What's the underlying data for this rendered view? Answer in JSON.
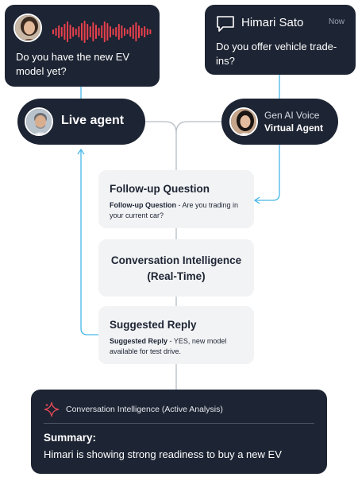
{
  "voice_message": {
    "text": "Do you have the new EV model yet?"
  },
  "chat_message": {
    "sender": "Himari Sato",
    "time": "Now",
    "text": "Do you offer vehicle trade-ins?"
  },
  "live_agent": {
    "label": "Live agent"
  },
  "virtual_agent": {
    "line1": "Gen AI Voice",
    "line2": "Virtual Agent"
  },
  "followup": {
    "title": "Follow-up Question",
    "body_bold": "Follow-up Question",
    "body_rest": " - Are you trading in your current car?"
  },
  "conversation_intelligence": {
    "line1": "Conversation Intelligence",
    "line2": "(Real-Time)"
  },
  "suggested_reply": {
    "title": "Suggested Reply",
    "body_bold": "Suggested Reply",
    "body_rest": " - YES, new model available for test drive."
  },
  "summary": {
    "header": "Conversation Intelligence (Active Analysis)",
    "label": "Summary:",
    "text": "Himari is showing strong readiness to buy a new EV"
  },
  "colors": {
    "dark_bg": "#1d2433",
    "light_bg": "#f2f3f5",
    "accent_blue": "#47b6e8",
    "wave_red": "#e8414d",
    "sparkle_red": "#e64a56",
    "connector_gray": "#b7bcc6"
  }
}
